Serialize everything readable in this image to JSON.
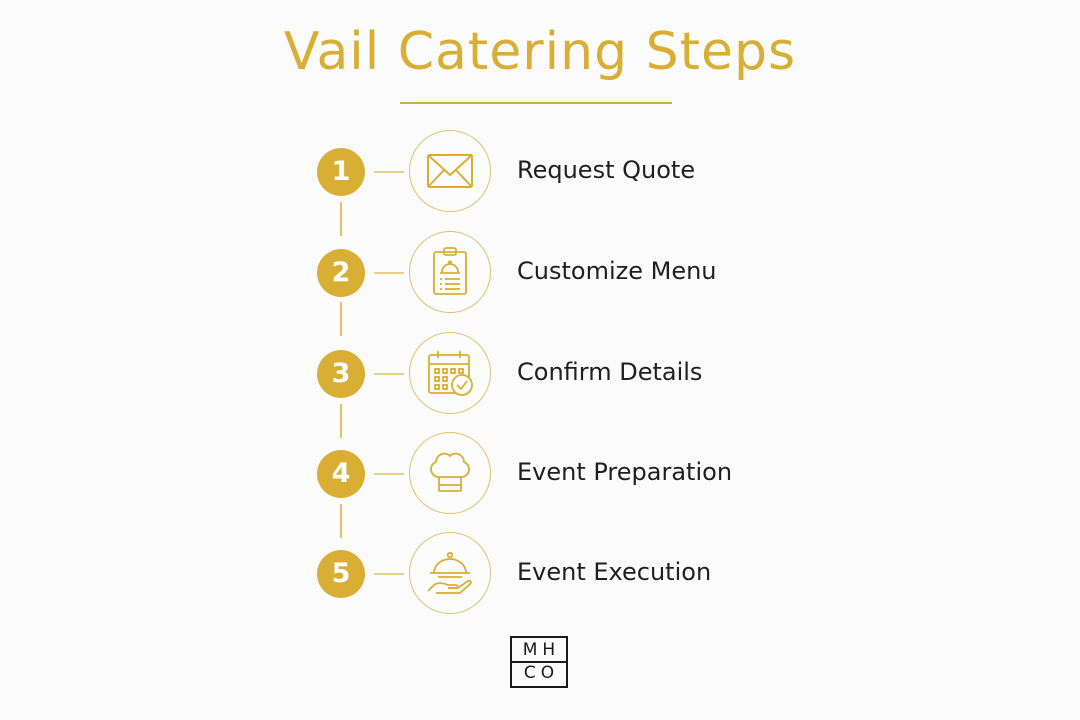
{
  "title": "Vail Catering Steps",
  "steps": [
    {
      "number": "1",
      "label": "Request Quote",
      "icon": "envelope-icon"
    },
    {
      "number": "2",
      "label": "Customize Menu",
      "icon": "clipboard-menu-icon"
    },
    {
      "number": "3",
      "label": "Confirm Details",
      "icon": "calendar-check-icon"
    },
    {
      "number": "4",
      "label": "Event Preparation",
      "icon": "chef-hat-icon"
    },
    {
      "number": "5",
      "label": "Event Execution",
      "icon": "serving-cloche-icon"
    }
  ],
  "logo": {
    "line1": "MH",
    "line2": "CO"
  },
  "colors": {
    "accent": "#d8ae34",
    "text": "#1f1f1f",
    "background": "#fbfbfb"
  }
}
